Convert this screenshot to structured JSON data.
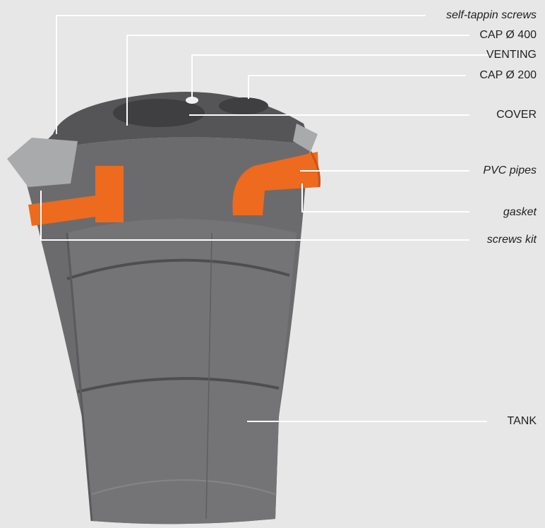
{
  "labels": {
    "self_tapping_screws": "self-tappin screws",
    "cap_400": "CAP Ø 400",
    "venting": "VENTING",
    "cap_200": "CAP Ø 200",
    "cover": "COVER",
    "pvc_pipes": "PVC pipes",
    "gasket": "gasket",
    "screws_kit": "screws kit",
    "tank": "TANK"
  },
  "colors": {
    "background": "#e7e7e8",
    "tank": "#6b6b6d",
    "pipe": "#ee6a1e",
    "leader": "#ffffff"
  }
}
